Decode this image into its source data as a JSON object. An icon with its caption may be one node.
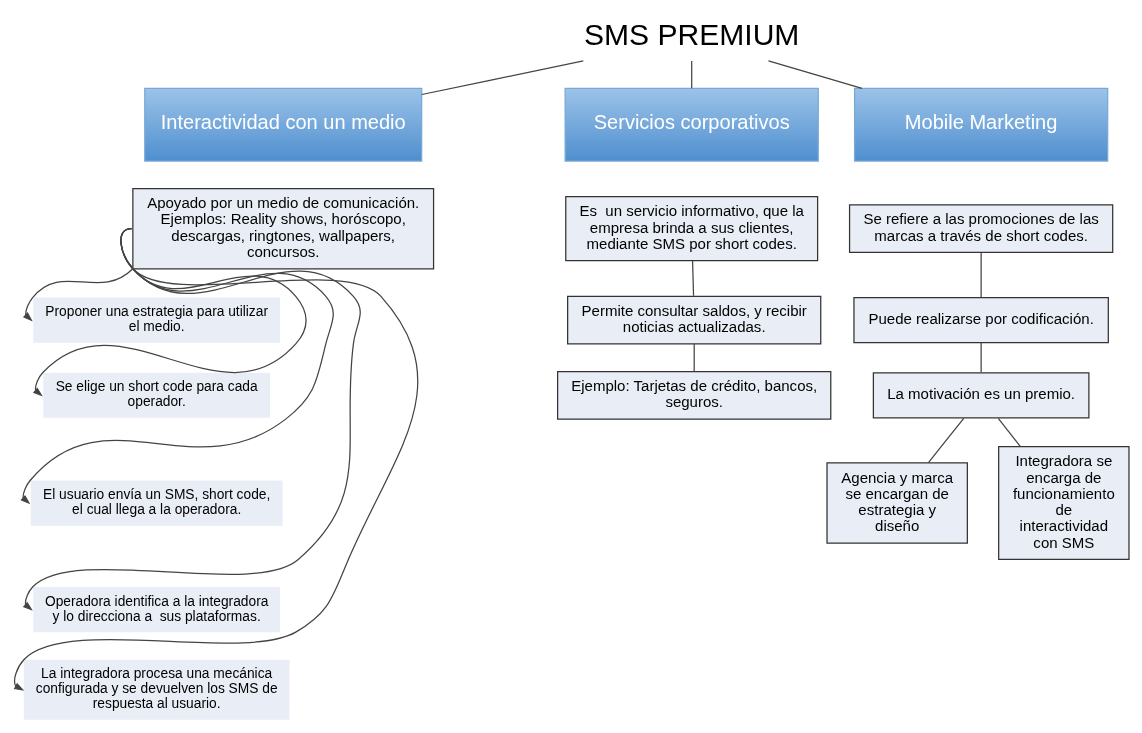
{
  "diagram": {
    "nodes": [
      {
        "text": [
          "SMS PREMIUM"
        ]
      },
      {
        "text": [
          "Interactividad con un medio"
        ]
      },
      {
        "text": [
          "Servicios corporativos"
        ]
      },
      {
        "text": [
          "Mobile Marketing"
        ]
      },
      {
        "text": [
          "Apoyado por un medio de comunicación.",
          "Ejemplos: Reality shows, horóscopo, descargas, ringtones, wallpapers, concursos."
        ]
      },
      {
        "text": [
          "Proponer una estrategia para utilizar el medio."
        ]
      },
      {
        "text": [
          "Se elige un short code para cada operador."
        ]
      },
      {
        "text": [
          "El usuario envía un SMS, short code, el cual llega a la operadora."
        ]
      },
      {
        "text": [
          "Operadora identifica a la integradora y lo direcciona a  sus plataformas."
        ]
      },
      {
        "text": [
          "La integradora procesa una mecánica configurada y se devuelven los SMS de respuesta al usuario."
        ]
      },
      {
        "text": [
          "Es  un servicio informativo, que la empresa brinda a sus clientes, mediante SMS por short codes."
        ]
      },
      {
        "text": [
          "Permite consultar saldos, y recibir noticias actualizadas."
        ]
      },
      {
        "text": [
          "Ejemplo: Tarjetas de crédito, bancos, seguros."
        ]
      },
      {
        "text": [
          "Se refiere a las promociones de las marcas a través de short codes."
        ]
      },
      {
        "text": [
          "Puede realizarse por codificación."
        ]
      },
      {
        "text": [
          "La motivación es un premio."
        ]
      },
      {
        "text": [
          "Agencia y marca se encargan de estrategia y diseño"
        ]
      },
      {
        "text": [
          "Integradora se encarga de funcionamiento de interactividad con SMS"
        ]
      }
    ],
    "edges": [
      {
        "from": 0,
        "to": 1,
        "arrow": "none"
      },
      {
        "from": 0,
        "to": 2,
        "arrow": "none"
      },
      {
        "from": 0,
        "to": 3,
        "arrow": "none"
      },
      {
        "from": 4,
        "to": 5,
        "arrow": "to"
      },
      {
        "from": 4,
        "to": 6,
        "arrow": "to"
      },
      {
        "from": 4,
        "to": 7,
        "arrow": "to"
      },
      {
        "from": 4,
        "to": 8,
        "arrow": "to"
      },
      {
        "from": 4,
        "to": 9,
        "arrow": "to"
      },
      {
        "from": 10,
        "to": 11,
        "arrow": "none"
      },
      {
        "from": 11,
        "to": 12,
        "arrow": "none"
      },
      {
        "from": 13,
        "to": 14,
        "arrow": "none"
      },
      {
        "from": 14,
        "to": 15,
        "arrow": "none"
      },
      {
        "from": 15,
        "to": 16,
        "arrow": "none"
      },
      {
        "from": 15,
        "to": 17,
        "arrow": "none"
      }
    ]
  }
}
